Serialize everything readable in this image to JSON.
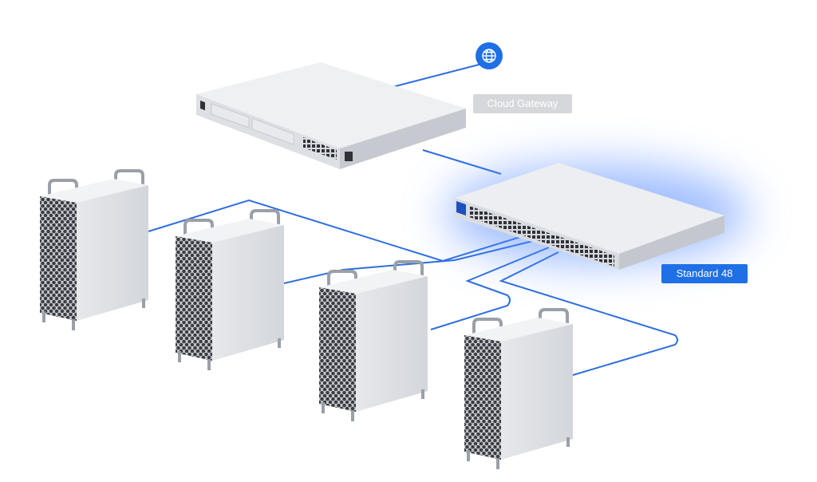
{
  "labels": {
    "gateway": "Cloud Gateway",
    "switch": "Standard 48"
  },
  "colors": {
    "link": "#2f6fe0",
    "gateway_label_bg": "#d6d7da",
    "switch_label_bg": "#1f6fe6",
    "globe_bg": "#1f6fe6",
    "device_light": "#eceef1",
    "device_mid": "#c9ccd2",
    "device_dark": "#a6aab2",
    "switch_glow": "#4f86ff"
  },
  "icons": {
    "internet": "globe-icon"
  },
  "devices": {
    "gateway": "rack-gateway",
    "switch": "rack-switch-48",
    "workstations": [
      "workstation-1",
      "workstation-2",
      "workstation-3",
      "workstation-4"
    ]
  }
}
